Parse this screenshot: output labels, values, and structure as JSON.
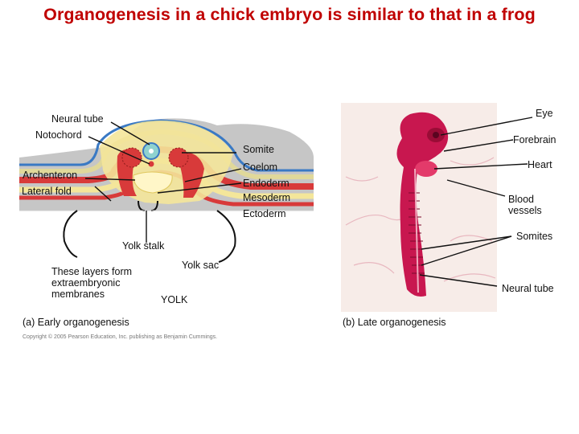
{
  "title": "Organogenesis in a chick embryo is similar to that in a frog",
  "colors": {
    "title": "#c00000",
    "embryo_pink": "#d2245a",
    "mesoderm_red": "#d83a3a",
    "endoderm_yellow": "#f4e69a",
    "ectoderm_blue": "#3a79c4",
    "neural_tube_teal": "#8fd2cf"
  },
  "panel_a": {
    "label": "(a) Early organogenesis",
    "copyright": "Copyright © 2005 Pearson Education, Inc. publishing as Benjamin Cummings.",
    "labels": {
      "neural_tube": "Neural tube",
      "notochord": "Notochord",
      "archenteron": "Archenteron",
      "lateral_fold": "Lateral fold",
      "somite": "Somite",
      "coelom": "Coelom",
      "endoderm": "Endoderm",
      "mesoderm": "Mesoderm",
      "ectoderm": "Ectoderm",
      "yolk_stalk": "Yolk stalk",
      "yolk_sac": "Yolk sac",
      "extraembryonic": "These layers form extraembryonic membranes",
      "yolk": "YOLK"
    }
  },
  "panel_b": {
    "label": "(b) Late organogenesis",
    "labels": {
      "eye": "Eye",
      "forebrain": "Forebrain",
      "heart": "Heart",
      "blood_vessels": "Blood vessels",
      "somites": "Somites",
      "neural_tube": "Neural tube"
    }
  }
}
